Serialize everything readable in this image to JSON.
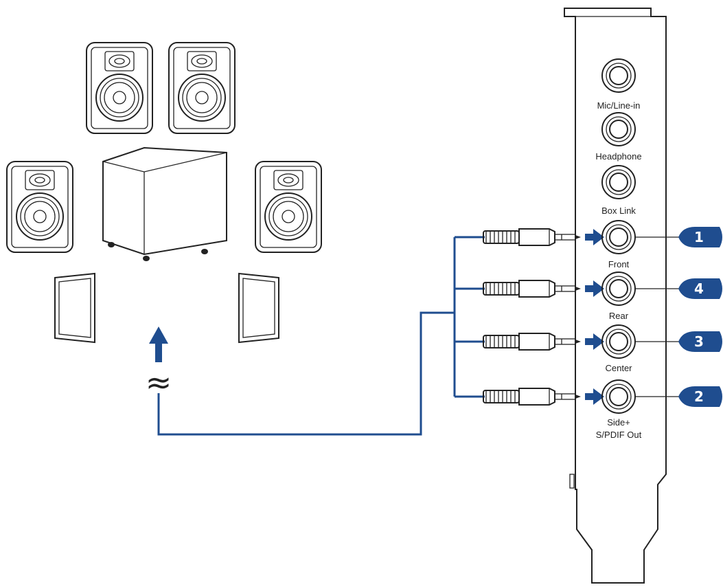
{
  "colors": {
    "cable": "#1f4d8f",
    "badge": "#1f4d8f",
    "line": "#222222"
  },
  "jacks": [
    {
      "id": "mic",
      "label": "Mic/Line-in"
    },
    {
      "id": "headphone",
      "label": "Headphone"
    },
    {
      "id": "boxlink",
      "label": "Box Link"
    },
    {
      "id": "front",
      "label": "Front",
      "badge": "1"
    },
    {
      "id": "rear",
      "label": "Rear",
      "badge": "4"
    },
    {
      "id": "center",
      "label": "Center",
      "badge": "3"
    },
    {
      "id": "side",
      "label": "Side+",
      "label2": "S/PDIF Out",
      "badge": "2"
    }
  ],
  "wave_symbol": "≈",
  "icons": [
    "speaker-icon",
    "subwoofer-icon",
    "wireless-speaker-icon",
    "audio-plug-icon",
    "arrow-right-icon",
    "arrow-up-icon"
  ]
}
